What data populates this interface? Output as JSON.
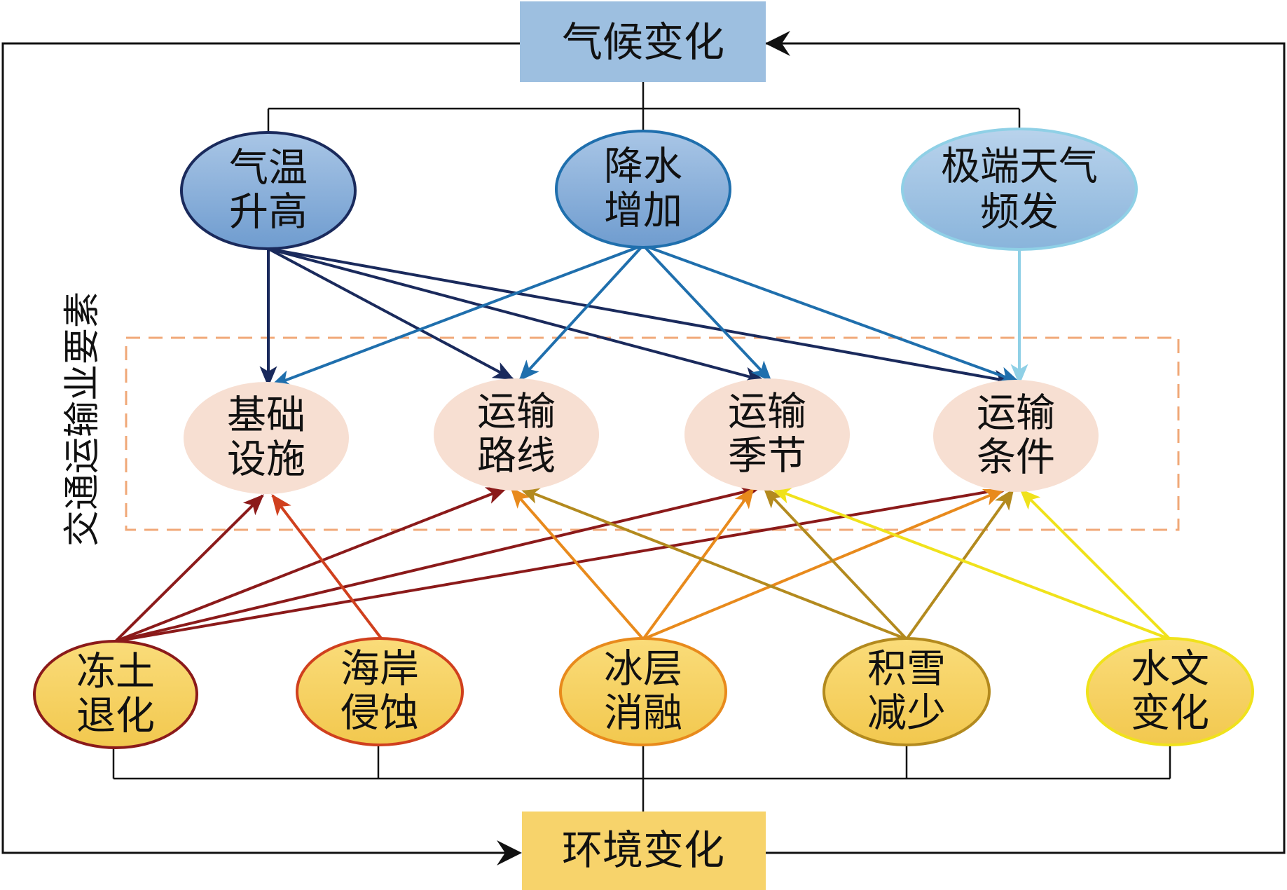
{
  "climate_box": {
    "label": "气候变化"
  },
  "environment_box": {
    "label": "环境变化"
  },
  "side_label": "交通运输业要素",
  "climate_factors": [
    {
      "line1": "气温",
      "line2": "升高"
    },
    {
      "line1": "降水",
      "line2": "增加"
    },
    {
      "line1": "极端天气",
      "line2": "频发"
    }
  ],
  "transport_elements": [
    {
      "line1": "基础",
      "line2": "设施"
    },
    {
      "line1": "运输",
      "line2": "路线"
    },
    {
      "line1": "运输",
      "line2": "季节"
    },
    {
      "line1": "运输",
      "line2": "条件"
    }
  ],
  "environment_factors": [
    {
      "line1": "冻土",
      "line2": "退化"
    },
    {
      "line1": "海岸",
      "line2": "侵蚀"
    },
    {
      "line1": "冰层",
      "line2": "消融"
    },
    {
      "line1": "积雪",
      "line2": "减少"
    },
    {
      "line1": "水文",
      "line2": "变化"
    }
  ],
  "colors": {
    "climate_box": "#9dbfe0",
    "environment_box": "#f7d36b",
    "temperature": "#1a2a5c",
    "precipitation": "#1f6fad",
    "extreme_weather": "#8fd0e6",
    "permafrost": "#8b1a1a",
    "coastal": "#d0401e",
    "ice": "#e88a1c",
    "snow": "#b38a1e",
    "hydrology": "#f0e21b",
    "transport_fill": "#f7dfd2",
    "dashed_box": "#f0a878"
  }
}
